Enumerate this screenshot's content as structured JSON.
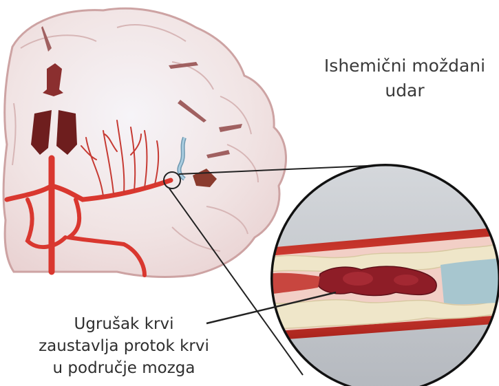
{
  "title": {
    "line1": "Ishemični moždani",
    "line2": "udar"
  },
  "caption": {
    "line1": "Ugrušak krvi",
    "line2": "zaustavlja protok krvi",
    "line3": "u područje mozga"
  },
  "colors": {
    "artery": "#d9372f",
    "clot": "#8e1d27",
    "plaque": "#efe6c9",
    "brain_tissue": "#f3e6e4",
    "vein": "#8fb8cc"
  }
}
